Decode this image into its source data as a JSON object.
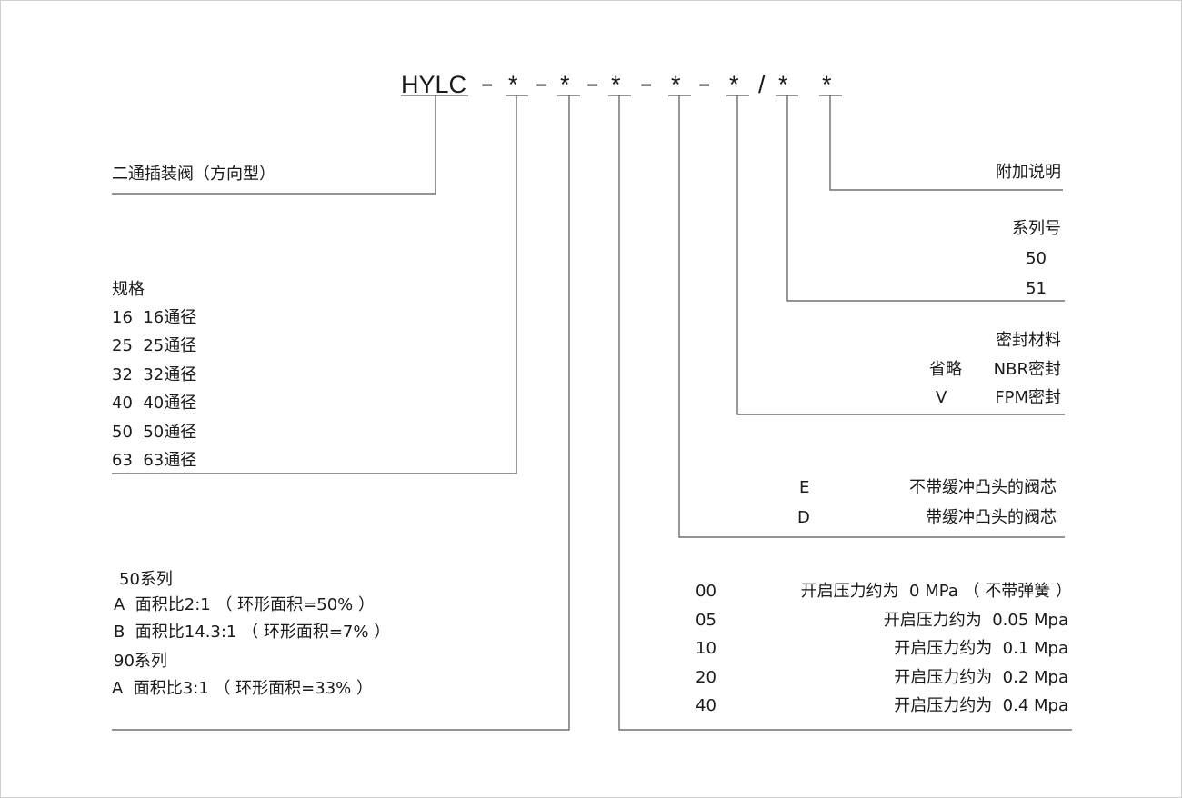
{
  "code": {
    "prefix": "HYLC",
    "sep": "–",
    "star": "*",
    "slash": "/"
  },
  "type_label": "二通插装阀（方向型）",
  "size": {
    "title": "规格",
    "items": [
      "16  16通径",
      "25  25通径",
      "32  32通径",
      "40  40通径",
      "50  50通径",
      "63  63通径"
    ]
  },
  "area": {
    "lines": [
      "50系列",
      "A  面积比2:1 （ 环形面积=50% ）",
      "B  面积比14.3:1 （ 环形面积=7% ）",
      "90系列",
      "A  面积比3:1 （ 环形面积=33% ）"
    ]
  },
  "extra": "附加说明",
  "series": {
    "title": "系列号",
    "items": [
      "50",
      "51"
    ]
  },
  "seal": {
    "title": "密封材料",
    "items": [
      {
        "code": "省略",
        "desc": "NBR密封"
      },
      {
        "code": "V",
        "desc": "FPM密封"
      }
    ]
  },
  "spool": [
    {
      "code": "E",
      "desc": "不带缓冲凸头的阀芯"
    },
    {
      "code": "D",
      "desc": "带缓冲凸头的阀芯"
    }
  ],
  "pressure": [
    {
      "code": "00",
      "desc": "开启压力约为  0 MPa （ 不带弹簧 ）"
    },
    {
      "code": "05",
      "desc": "开启压力约为  0.05 Mpa"
    },
    {
      "code": "10",
      "desc": "开启压力约为  0.1 Mpa"
    },
    {
      "code": "20",
      "desc": "开启压力约为  0.2 Mpa"
    },
    {
      "code": "40",
      "desc": "开启压力约为  0.4 Mpa"
    }
  ]
}
